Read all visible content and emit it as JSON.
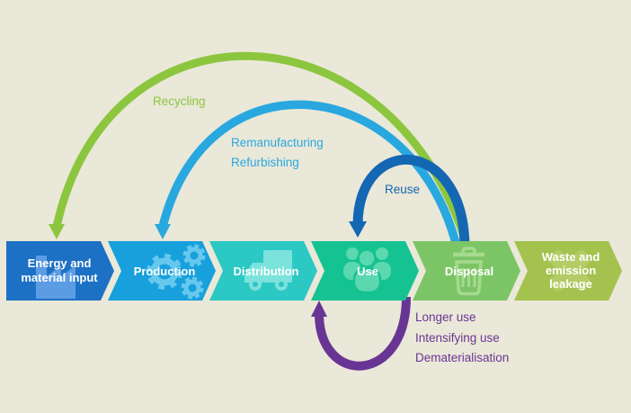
{
  "background": "#eae8d8",
  "stages": [
    {
      "lines": [
        "Energy and",
        "material input"
      ],
      "color": "#1d71c4",
      "icon_color": "#5b9ce2",
      "icon": "factory-icon"
    },
    {
      "lines": [
        "Production"
      ],
      "color": "#18a0dc",
      "icon_color": "#67c8ee",
      "icon": "gears-icon"
    },
    {
      "lines": [
        "Distribution"
      ],
      "color": "#2bc8c4",
      "icon_color": "#7ce2dc",
      "icon": "truck-icon"
    },
    {
      "lines": [
        "Use"
      ],
      "color": "#15c292",
      "icon_color": "#5bd8b0",
      "icon": "people-icon"
    },
    {
      "lines": [
        "Disposal"
      ],
      "color": "#7cc566",
      "icon_color": "#a6da8f",
      "icon": "trash-icon"
    },
    {
      "lines": [
        "Waste and",
        "emission",
        "leakage"
      ],
      "color": "#a3c24e",
      "icon_color": "#b3cc66",
      "icon": "cross-icon"
    }
  ],
  "loops": {
    "recycling": {
      "label": "Recycling",
      "color": "#8cc63f",
      "from": "Disposal",
      "to": "Energy and material input"
    },
    "remanufacturing": {
      "labels": [
        "Remanufacturing",
        "Refurbishing"
      ],
      "color": "#29a8e0",
      "from": "Disposal",
      "to": "Production"
    },
    "reuse": {
      "label": "Reuse",
      "color": "#1467b3",
      "from": "Disposal",
      "to": "Use"
    },
    "use_extension": {
      "labels": [
        "Longer use",
        "Intensifying use",
        "Dematerialisation"
      ],
      "color": "#693594",
      "from": "Disposal",
      "to": "Use"
    }
  }
}
